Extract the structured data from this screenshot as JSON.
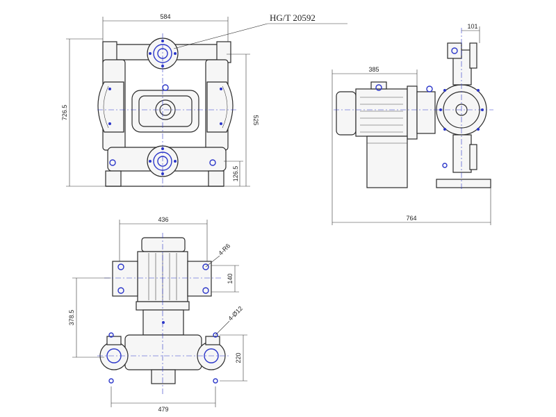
{
  "standard": "HG/T 20592",
  "front_view": {
    "width": "584",
    "total_height": "726.5",
    "mid_height": "525",
    "inlet_height": "126.5"
  },
  "side_view": {
    "motor_width": "385",
    "flange_offset": "101",
    "total_length": "764"
  },
  "top_view": {
    "motor_base_width": "436",
    "bolt_note": "4-R6",
    "bolt_spacing": "140",
    "bolt_hole_note": "4-Ø12",
    "base_depth": "378.5",
    "foot_spacing": "220",
    "foot_width": "479"
  }
}
